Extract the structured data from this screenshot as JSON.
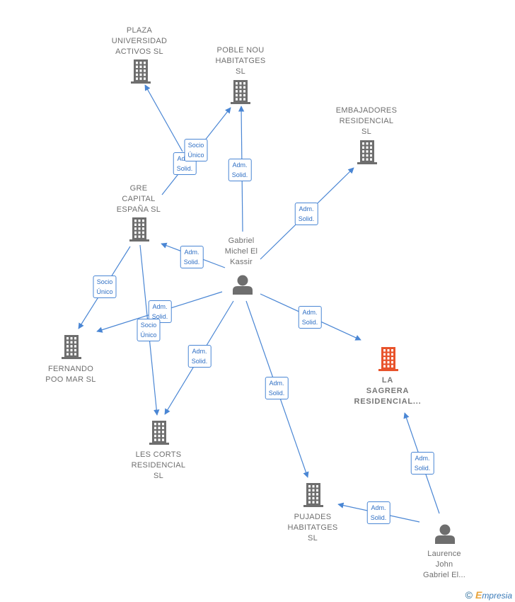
{
  "nodes": [
    {
      "id": "plaza",
      "type": "company",
      "label": "PLAZA\nUNIVERSIDAD\nACTIVOS  SL"
    },
    {
      "id": "poble",
      "type": "company",
      "label": "POBLE NOU\nHABITATGES\nSL"
    },
    {
      "id": "embaj",
      "type": "company",
      "label": "EMBAJADORES\nRESIDENCIAL\nSL"
    },
    {
      "id": "gre",
      "type": "company",
      "label": "GRE\nCAPITAL\nESPAÑA  SL"
    },
    {
      "id": "gabriel",
      "type": "person",
      "label": "Gabriel\nMichel El\nKassir"
    },
    {
      "id": "sagrera",
      "type": "company",
      "label": "LA\nSAGRERA\nRESIDENCIAL...",
      "highlight": true
    },
    {
      "id": "fernando",
      "type": "company",
      "label": "FERNANDO\nPOO MAR  SL"
    },
    {
      "id": "lescorts",
      "type": "company",
      "label": "LES CORTS\nRESIDENCIAL\nSL"
    },
    {
      "id": "pujades",
      "type": "company",
      "label": "PUJADES\nHABITATGES\nSL"
    },
    {
      "id": "laurence",
      "type": "person",
      "label": "Laurence\nJohn\nGabriel El..."
    }
  ],
  "edges": [
    {
      "from": "gabriel",
      "to": "plaza",
      "label": "Adm.\nSolid."
    },
    {
      "from": "gre",
      "to": "poble",
      "label": "Socio\nÚnico"
    },
    {
      "from": "gabriel",
      "to": "poble",
      "label": "Adm.\nSolid."
    },
    {
      "from": "gabriel",
      "to": "embaj",
      "label": "Adm.\nSolid."
    },
    {
      "from": "gabriel",
      "to": "gre",
      "label": "Adm.\nSolid."
    },
    {
      "from": "gre",
      "to": "fernando",
      "label": "Socio\nÚnico"
    },
    {
      "from": "gabriel",
      "to": "fernando",
      "label": "Adm.\nSolid."
    },
    {
      "from": "gre",
      "to": "lescorts",
      "label": "Socio\nÚnico"
    },
    {
      "from": "gabriel",
      "to": "lescorts",
      "label": "Adm.\nSolid."
    },
    {
      "from": "gabriel",
      "to": "sagrera",
      "label": "Adm.\nSolid."
    },
    {
      "from": "gabriel",
      "to": "pujades",
      "label": "Adm.\nSolid."
    },
    {
      "from": "laurence",
      "to": "sagrera",
      "label": "Adm.\nSolid."
    },
    {
      "from": "laurence",
      "to": "pujades",
      "label": "Adm.\nSolid."
    }
  ],
  "colors": {
    "company": "#6e6e6e",
    "highlight": "#e8532b",
    "person": "#6e6e6e",
    "edge": "#4a86d4"
  },
  "footer": {
    "copyright": "©",
    "brand_initial": "E",
    "brand_rest": "mpresia"
  }
}
